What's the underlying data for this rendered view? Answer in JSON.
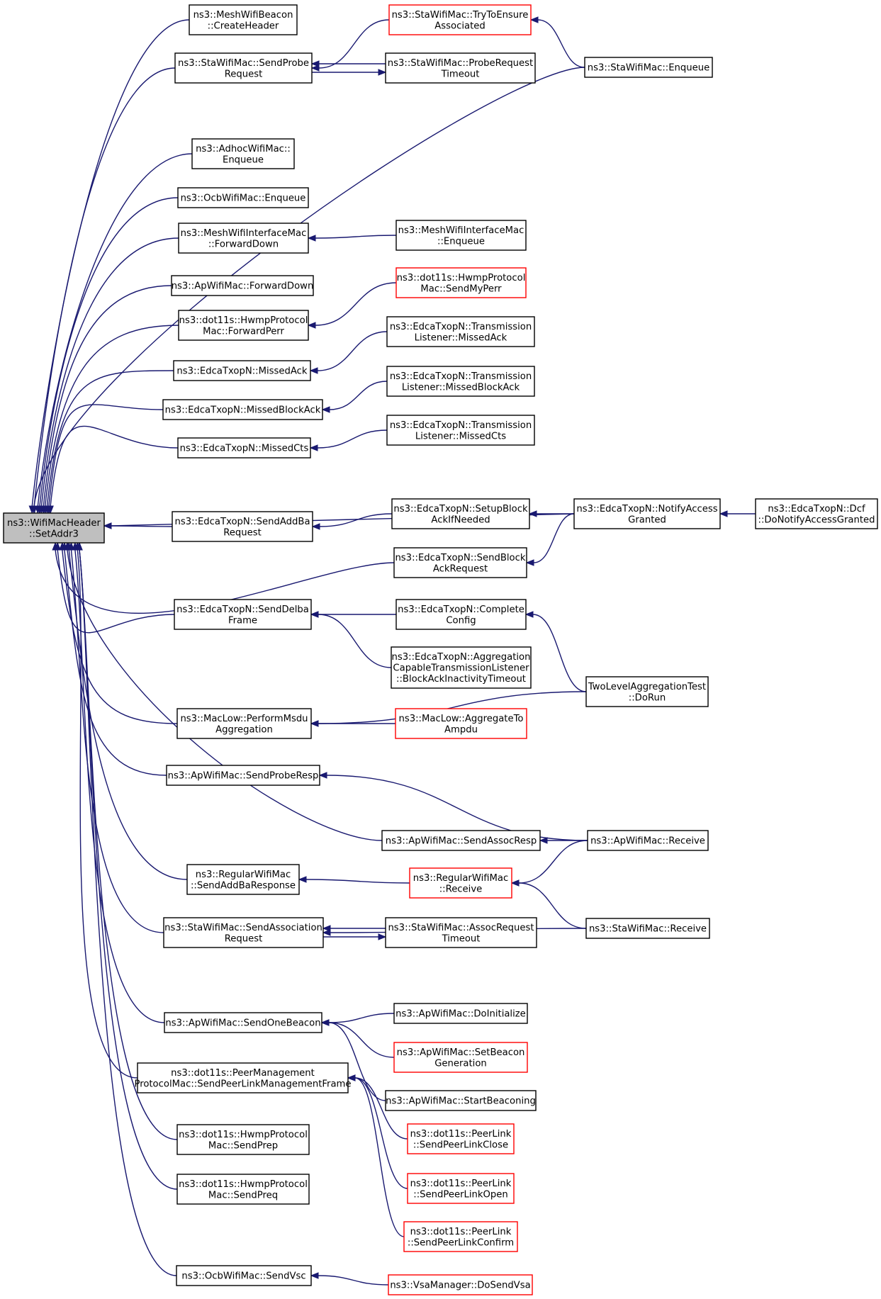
{
  "colors": {
    "edge": "#191970",
    "node_border": "#000000",
    "node_border_truncated": "#ff0000",
    "root_fill": "#bfbfbf",
    "node_fill": "#ffffff"
  },
  "nodes": [
    {
      "id": "root",
      "lines": [
        "ns3::WifiMacHeader",
        "::SetAddr3"
      ],
      "root": true
    },
    {
      "id": "n_mwb_ch",
      "lines": [
        "ns3::MeshWifiBeacon",
        "::CreateHeader"
      ]
    },
    {
      "id": "n_sta_spr",
      "lines": [
        "ns3::StaWifiMac::SendProbe",
        "Request"
      ]
    },
    {
      "id": "n_sta_ttea",
      "lines": [
        "ns3::StaWifiMac::TryToEnsure",
        "Associated"
      ],
      "truncated": true
    },
    {
      "id": "n_sta_prt",
      "lines": [
        "ns3::StaWifiMac::ProbeRequest",
        "Timeout"
      ]
    },
    {
      "id": "n_sta_enq",
      "lines": [
        "ns3::StaWifiMac::Enqueue"
      ]
    },
    {
      "id": "n_adhoc_enq",
      "lines": [
        "ns3::AdhocWifiMac::",
        "Enqueue"
      ]
    },
    {
      "id": "n_ocb_enq",
      "lines": [
        "ns3::OcbWifiMac::Enqueue"
      ]
    },
    {
      "id": "n_mwim_fd",
      "lines": [
        "ns3::MeshWifiInterfaceMac",
        "::ForwardDown"
      ]
    },
    {
      "id": "n_mwim_enq",
      "lines": [
        "ns3::MeshWifiInterfaceMac",
        "::Enqueue"
      ]
    },
    {
      "id": "n_ap_fd",
      "lines": [
        "ns3::ApWifiMac::ForwardDown"
      ]
    },
    {
      "id": "n_hwmp_fp",
      "lines": [
        "ns3::dot11s::HwmpProtocol",
        "Mac::ForwardPerr"
      ]
    },
    {
      "id": "n_hwmp_smp",
      "lines": [
        "ns3::dot11s::HwmpProtocol",
        "Mac::SendMyPerr"
      ],
      "truncated": true
    },
    {
      "id": "n_etx_ma",
      "lines": [
        "ns3::EdcaTxopN::MissedAck"
      ]
    },
    {
      "id": "n_tl_ma",
      "lines": [
        "ns3::EdcaTxopN::Transmission",
        "Listener::MissedAck"
      ]
    },
    {
      "id": "n_etx_mba",
      "lines": [
        "ns3::EdcaTxopN::MissedBlockAck"
      ]
    },
    {
      "id": "n_tl_mba",
      "lines": [
        "ns3::EdcaTxopN::Transmission",
        "Listener::MissedBlockAck"
      ]
    },
    {
      "id": "n_etx_mc",
      "lines": [
        "ns3::EdcaTxopN::MissedCts"
      ]
    },
    {
      "id": "n_tl_mc",
      "lines": [
        "ns3::EdcaTxopN::Transmission",
        "Listener::MissedCts"
      ]
    },
    {
      "id": "n_etx_sabr",
      "lines": [
        "ns3::EdcaTxopN::SendAddBa",
        "Request"
      ]
    },
    {
      "id": "n_etx_sbain",
      "lines": [
        "ns3::EdcaTxopN::SetupBlock",
        "AckIfNeeded"
      ]
    },
    {
      "id": "n_etx_nag",
      "lines": [
        "ns3::EdcaTxopN::NotifyAccess",
        "Granted"
      ]
    },
    {
      "id": "n_dcf_dnag",
      "lines": [
        "ns3::EdcaTxopN::Dcf",
        "::DoNotifyAccessGranted"
      ]
    },
    {
      "id": "n_etx_sbar",
      "lines": [
        "ns3::EdcaTxopN::SendBlock",
        "AckRequest"
      ]
    },
    {
      "id": "n_etx_sdf",
      "lines": [
        "ns3::EdcaTxopN::SendDelba",
        "Frame"
      ]
    },
    {
      "id": "n_etx_cc",
      "lines": [
        "ns3::EdcaTxopN::Complete",
        "Config"
      ]
    },
    {
      "id": "n_etx_actl",
      "lines": [
        "ns3::EdcaTxopN::Aggregation",
        "CapableTransmissionListener",
        "::BlockAckInactivityTimeout"
      ]
    },
    {
      "id": "n_tlat",
      "lines": [
        "TwoLevelAggregationTest",
        "::DoRun"
      ]
    },
    {
      "id": "n_ml_pma",
      "lines": [
        "ns3::MacLow::PerformMsdu",
        "Aggregation"
      ]
    },
    {
      "id": "n_ml_ata",
      "lines": [
        "ns3::MacLow::AggregateTo",
        "Ampdu"
      ],
      "truncated": true
    },
    {
      "id": "n_ap_sprsp",
      "lines": [
        "ns3::ApWifiMac::SendProbeResp"
      ]
    },
    {
      "id": "n_ap_sar",
      "lines": [
        "ns3::ApWifiMac::SendAssocResp"
      ]
    },
    {
      "id": "n_ap_recv",
      "lines": [
        "ns3::ApWifiMac::Receive"
      ]
    },
    {
      "id": "n_rwm_sabr",
      "lines": [
        "ns3::RegularWifiMac",
        "::SendAddBaResponse"
      ]
    },
    {
      "id": "n_rwm_recv",
      "lines": [
        "ns3::RegularWifiMac",
        "::Receive"
      ],
      "truncated": true
    },
    {
      "id": "n_sta_sar",
      "lines": [
        "ns3::StaWifiMac::SendAssociation",
        "Request"
      ]
    },
    {
      "id": "n_sta_art",
      "lines": [
        "ns3::StaWifiMac::AssocRequest",
        "Timeout"
      ]
    },
    {
      "id": "n_sta_recv",
      "lines": [
        "ns3::StaWifiMac::Receive"
      ]
    },
    {
      "id": "n_ap_sob",
      "lines": [
        "ns3::ApWifiMac::SendOneBeacon"
      ]
    },
    {
      "id": "n_ap_doi",
      "lines": [
        "ns3::ApWifiMac::DoInitialize"
      ]
    },
    {
      "id": "n_ap_sbg",
      "lines": [
        "ns3::ApWifiMac::SetBeacon",
        "Generation"
      ],
      "truncated": true
    },
    {
      "id": "n_ap_sb",
      "lines": [
        "ns3::ApWifiMac::StartBeaconing"
      ]
    },
    {
      "id": "n_pmp_spl",
      "lines": [
        "ns3::dot11s::PeerManagement",
        "ProtocolMac::SendPeerLinkManagementFrame"
      ]
    },
    {
      "id": "n_pl_close",
      "lines": [
        "ns3::dot11s::PeerLink",
        "::SendPeerLinkClose"
      ],
      "truncated": true
    },
    {
      "id": "n_pl_open",
      "lines": [
        "ns3::dot11s::PeerLink",
        "::SendPeerLinkOpen"
      ],
      "truncated": true
    },
    {
      "id": "n_pl_confirm",
      "lines": [
        "ns3::dot11s::PeerLink",
        "::SendPeerLinkConfirm"
      ],
      "truncated": true
    },
    {
      "id": "n_hwmp_sprep",
      "lines": [
        "ns3::dot11s::HwmpProtocol",
        "Mac::SendPrep"
      ]
    },
    {
      "id": "n_hwmp_spreq",
      "lines": [
        "ns3::dot11s::HwmpProtocol",
        "Mac::SendPreq"
      ]
    },
    {
      "id": "n_ocb_svsc",
      "lines": [
        "ns3::OcbWifiMac::SendVsc"
      ]
    },
    {
      "id": "n_vsa_dsv",
      "lines": [
        "ns3::VsaManager::DoSendVsa"
      ],
      "truncated": true
    }
  ],
  "edges": [
    {
      "from": "n_mwb_ch",
      "to": "root"
    },
    {
      "from": "n_sta_spr",
      "to": "root"
    },
    {
      "from": "n_sta_enq",
      "to": "root"
    },
    {
      "from": "n_adhoc_enq",
      "to": "root"
    },
    {
      "from": "n_ocb_enq",
      "to": "root"
    },
    {
      "from": "n_mwim_fd",
      "to": "root"
    },
    {
      "from": "n_ap_fd",
      "to": "root"
    },
    {
      "from": "n_hwmp_fp",
      "to": "root"
    },
    {
      "from": "n_etx_ma",
      "to": "root"
    },
    {
      "from": "n_etx_mba",
      "to": "root"
    },
    {
      "from": "n_etx_mc",
      "to": "root"
    },
    {
      "from": "n_etx_nag",
      "to": "root"
    },
    {
      "from": "n_etx_sabr",
      "to": "root"
    },
    {
      "from": "n_etx_sbar",
      "to": "root"
    },
    {
      "from": "n_etx_sdf",
      "to": "root"
    },
    {
      "from": "n_ml_pma",
      "to": "root"
    },
    {
      "from": "n_ap_sprsp",
      "to": "root"
    },
    {
      "from": "n_ap_sar",
      "to": "root"
    },
    {
      "from": "n_rwm_sabr",
      "to": "root"
    },
    {
      "from": "n_sta_sar",
      "to": "root"
    },
    {
      "from": "n_ap_sob",
      "to": "root"
    },
    {
      "from": "n_pmp_spl",
      "to": "root"
    },
    {
      "from": "n_hwmp_sprep",
      "to": "root"
    },
    {
      "from": "n_hwmp_spreq",
      "to": "root"
    },
    {
      "from": "n_ocb_svsc",
      "to": "root"
    },
    {
      "from": "n_sta_ttea",
      "to": "n_sta_spr"
    },
    {
      "from": "n_sta_prt",
      "to": "n_sta_spr"
    },
    {
      "from": "n_sta_spr",
      "to": "n_sta_prt"
    },
    {
      "from": "n_sta_enq",
      "to": "n_sta_ttea"
    },
    {
      "from": "n_mwim_enq",
      "to": "n_mwim_fd"
    },
    {
      "from": "n_hwmp_smp",
      "to": "n_hwmp_fp"
    },
    {
      "from": "n_tl_ma",
      "to": "n_etx_ma"
    },
    {
      "from": "n_tl_mba",
      "to": "n_etx_mba"
    },
    {
      "from": "n_tl_mc",
      "to": "n_etx_mc"
    },
    {
      "from": "n_etx_sbain",
      "to": "n_etx_sabr"
    },
    {
      "from": "n_etx_nag",
      "to": "n_etx_sbain"
    },
    {
      "from": "n_etx_nag",
      "to": "n_etx_sbar"
    },
    {
      "from": "n_dcf_dnag",
      "to": "n_etx_nag"
    },
    {
      "from": "n_etx_cc",
      "to": "n_etx_sdf"
    },
    {
      "from": "n_etx_actl",
      "to": "n_etx_sdf"
    },
    {
      "from": "n_tlat",
      "to": "n_etx_cc"
    },
    {
      "from": "n_ml_ata",
      "to": "n_ml_pma"
    },
    {
      "from": "n_tlat",
      "to": "n_ml_pma"
    },
    {
      "from": "n_ap_recv",
      "to": "n_ap_sprsp"
    },
    {
      "from": "n_ap_recv",
      "to": "n_ap_sar"
    },
    {
      "from": "n_ap_recv",
      "to": "n_rwm_recv"
    },
    {
      "from": "n_rwm_recv",
      "to": "n_rwm_sabr"
    },
    {
      "from": "n_sta_recv",
      "to": "n_rwm_recv"
    },
    {
      "from": "n_sta_art",
      "to": "n_sta_sar"
    },
    {
      "from": "n_sta_sar",
      "to": "n_sta_art"
    },
    {
      "from": "n_sta_recv",
      "to": "n_sta_sar"
    },
    {
      "from": "n_ap_doi",
      "to": "n_ap_sob"
    },
    {
      "from": "n_ap_sbg",
      "to": "n_ap_sob"
    },
    {
      "from": "n_ap_sb",
      "to": "n_ap_sob"
    },
    {
      "from": "n_pl_close",
      "to": "n_pmp_spl"
    },
    {
      "from": "n_pl_open",
      "to": "n_pmp_spl"
    },
    {
      "from": "n_pl_confirm",
      "to": "n_pmp_spl"
    },
    {
      "from": "n_vsa_dsv",
      "to": "n_ocb_svsc"
    }
  ]
}
